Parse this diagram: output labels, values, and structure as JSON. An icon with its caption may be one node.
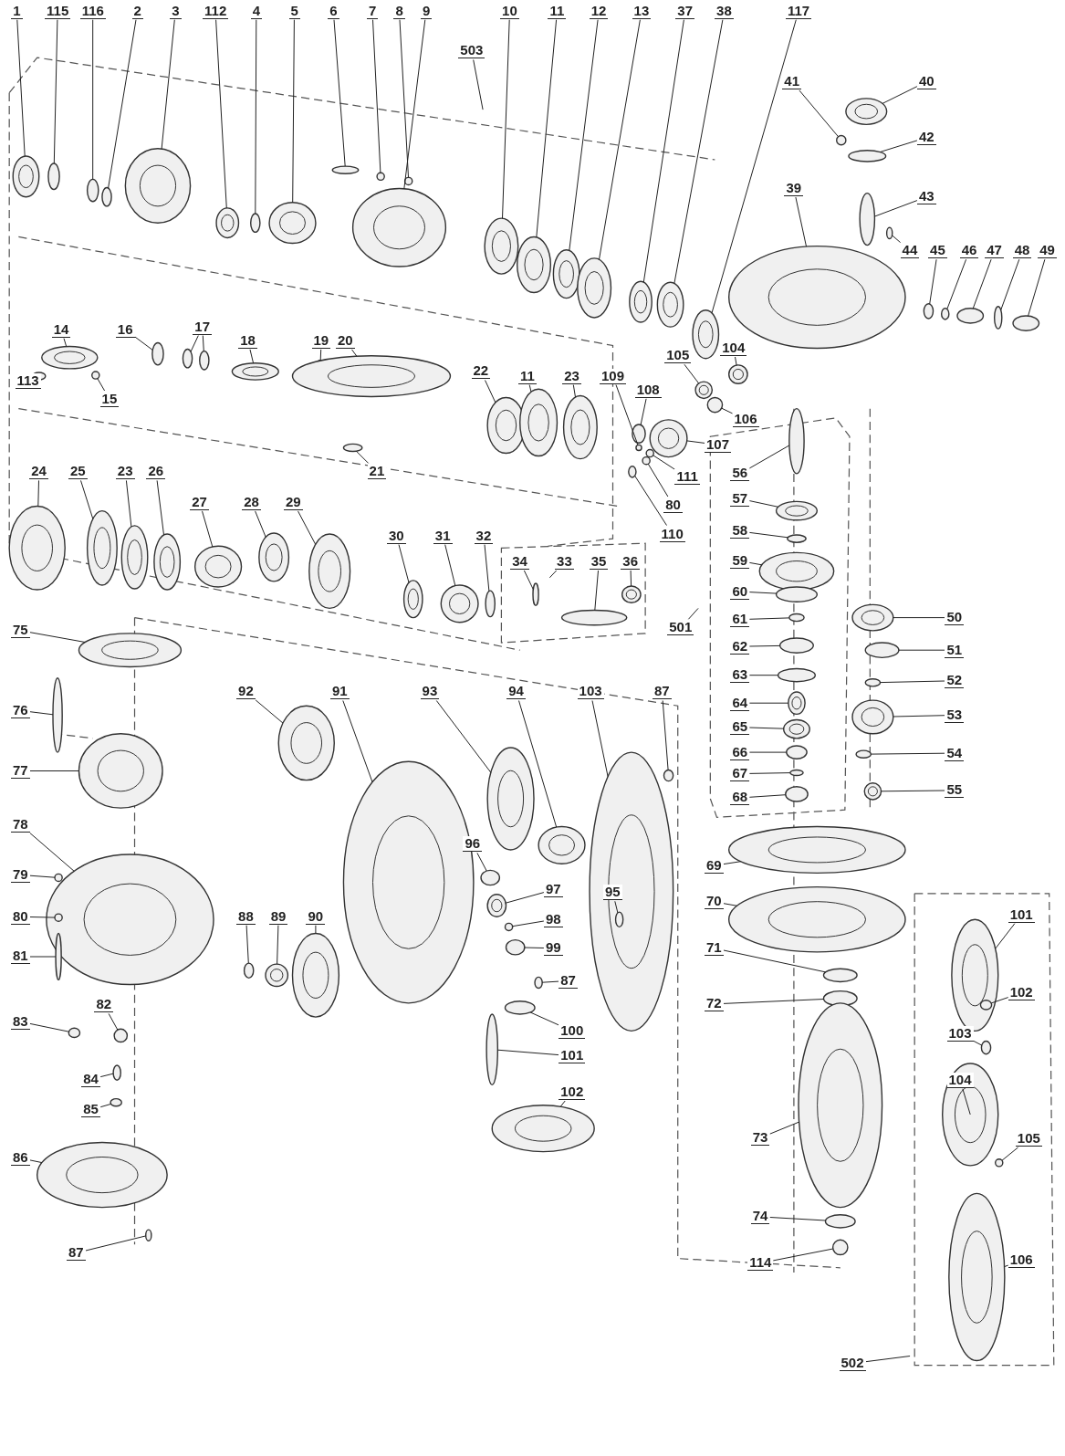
{
  "diagram": {
    "nodes": [
      {
        "text": [
          "1"
        ]
      },
      {
        "text": [
          "115"
        ]
      },
      {
        "text": [
          "116"
        ]
      },
      {
        "text": [
          "2"
        ]
      },
      {
        "text": [
          "3"
        ]
      },
      {
        "text": [
          "112"
        ]
      },
      {
        "text": [
          "4"
        ]
      },
      {
        "text": [
          "5"
        ]
      },
      {
        "text": [
          "6"
        ]
      },
      {
        "text": [
          "7"
        ]
      },
      {
        "text": [
          "8"
        ]
      },
      {
        "text": [
          "9"
        ]
      },
      {
        "text": [
          "10"
        ]
      },
      {
        "text": [
          "11"
        ]
      },
      {
        "text": [
          "12"
        ]
      },
      {
        "text": [
          "13"
        ]
      },
      {
        "text": [
          "37"
        ]
      },
      {
        "text": [
          "38"
        ]
      },
      {
        "text": [
          "117"
        ]
      },
      {
        "text": [
          "503"
        ]
      },
      {
        "text": [
          "41"
        ]
      },
      {
        "text": [
          "40"
        ]
      },
      {
        "text": [
          "42"
        ]
      },
      {
        "text": [
          "39"
        ]
      },
      {
        "text": [
          "43"
        ]
      },
      {
        "text": [
          "44"
        ]
      },
      {
        "text": [
          "45"
        ]
      },
      {
        "text": [
          "46"
        ]
      },
      {
        "text": [
          "47"
        ]
      },
      {
        "text": [
          "48"
        ]
      },
      {
        "text": [
          "49"
        ]
      },
      {
        "text": [
          "14"
        ]
      },
      {
        "text": [
          "113"
        ]
      },
      {
        "text": [
          "15"
        ]
      },
      {
        "text": [
          "16"
        ]
      },
      {
        "text": [
          "17"
        ]
      },
      {
        "text": [
          "18"
        ]
      },
      {
        "text": [
          "19"
        ]
      },
      {
        "text": [
          "20"
        ]
      },
      {
        "text": [
          "21"
        ]
      },
      {
        "text": [
          "22"
        ]
      },
      {
        "text": [
          "11"
        ]
      },
      {
        "text": [
          "23"
        ]
      },
      {
        "text": [
          "109"
        ]
      },
      {
        "text": [
          "105"
        ]
      },
      {
        "text": [
          "104"
        ]
      },
      {
        "text": [
          "108"
        ]
      },
      {
        "text": [
          "106"
        ]
      },
      {
        "text": [
          "107"
        ]
      },
      {
        "text": [
          "111"
        ]
      },
      {
        "text": [
          "80"
        ]
      },
      {
        "text": [
          "110"
        ]
      },
      {
        "text": [
          "56"
        ]
      },
      {
        "text": [
          "57"
        ]
      },
      {
        "text": [
          "58"
        ]
      },
      {
        "text": [
          "59"
        ]
      },
      {
        "text": [
          "60"
        ]
      },
      {
        "text": [
          "61"
        ]
      },
      {
        "text": [
          "62"
        ]
      },
      {
        "text": [
          "63"
        ]
      },
      {
        "text": [
          "64"
        ]
      },
      {
        "text": [
          "65"
        ]
      },
      {
        "text": [
          "66"
        ]
      },
      {
        "text": [
          "67"
        ]
      },
      {
        "text": [
          "68"
        ]
      },
      {
        "text": [
          "501"
        ]
      },
      {
        "text": [
          "50"
        ]
      },
      {
        "text": [
          "51"
        ]
      },
      {
        "text": [
          "52"
        ]
      },
      {
        "text": [
          "53"
        ]
      },
      {
        "text": [
          "54"
        ]
      },
      {
        "text": [
          "55"
        ]
      },
      {
        "text": [
          "24"
        ]
      },
      {
        "text": [
          "25"
        ]
      },
      {
        "text": [
          "23"
        ]
      },
      {
        "text": [
          "26"
        ]
      },
      {
        "text": [
          "27"
        ]
      },
      {
        "text": [
          "28"
        ]
      },
      {
        "text": [
          "29"
        ]
      },
      {
        "text": [
          "30"
        ]
      },
      {
        "text": [
          "31"
        ]
      },
      {
        "text": [
          "32"
        ]
      },
      {
        "text": [
          "34"
        ]
      },
      {
        "text": [
          "33"
        ]
      },
      {
        "text": [
          "35"
        ]
      },
      {
        "text": [
          "36"
        ]
      },
      {
        "text": [
          "75"
        ]
      },
      {
        "text": [
          "76"
        ]
      },
      {
        "text": [
          "77"
        ]
      },
      {
        "text": [
          "78"
        ]
      },
      {
        "text": [
          "79"
        ]
      },
      {
        "text": [
          "80"
        ]
      },
      {
        "text": [
          "81"
        ]
      },
      {
        "text": [
          "83"
        ]
      },
      {
        "text": [
          "82"
        ]
      },
      {
        "text": [
          "84"
        ]
      },
      {
        "text": [
          "85"
        ]
      },
      {
        "text": [
          "86"
        ]
      },
      {
        "text": [
          "87"
        ]
      },
      {
        "text": [
          "92"
        ]
      },
      {
        "text": [
          "91"
        ]
      },
      {
        "text": [
          "93"
        ]
      },
      {
        "text": [
          "94"
        ]
      },
      {
        "text": [
          "103"
        ]
      },
      {
        "text": [
          "87"
        ]
      },
      {
        "text": [
          "96"
        ]
      },
      {
        "text": [
          "97"
        ]
      },
      {
        "text": [
          "95"
        ]
      },
      {
        "text": [
          "98"
        ]
      },
      {
        "text": [
          "99"
        ]
      },
      {
        "text": [
          "87"
        ]
      },
      {
        "text": [
          "100"
        ]
      },
      {
        "text": [
          "101"
        ]
      },
      {
        "text": [
          "102"
        ]
      },
      {
        "text": [
          "88"
        ]
      },
      {
        "text": [
          "89"
        ]
      },
      {
        "text": [
          "90"
        ]
      },
      {
        "text": [
          "69"
        ]
      },
      {
        "text": [
          "70"
        ]
      },
      {
        "text": [
          "71"
        ]
      },
      {
        "text": [
          "72"
        ]
      },
      {
        "text": [
          "73"
        ]
      },
      {
        "text": [
          "74"
        ]
      },
      {
        "text": [
          "114"
        ]
      },
      {
        "text": [
          "101"
        ]
      },
      {
        "text": [
          "102"
        ]
      },
      {
        "text": [
          "103"
        ]
      },
      {
        "text": [
          "104"
        ]
      },
      {
        "text": [
          "105"
        ]
      },
      {
        "text": [
          "106"
        ]
      },
      {
        "text": [
          "502"
        ]
      }
    ],
    "edges": [
      {
        "from": 0,
        "to": null,
        "arrow": "none"
      },
      {
        "from": 1,
        "to": null,
        "arrow": "none"
      },
      {
        "from": 2,
        "to": null,
        "arrow": "none"
      },
      {
        "from": 3,
        "to": null,
        "arrow": "none"
      },
      {
        "from": 4,
        "to": null,
        "arrow": "none"
      },
      {
        "from": 5,
        "to": null,
        "arrow": "none"
      },
      {
        "from": 6,
        "to": null,
        "arrow": "none"
      },
      {
        "from": 7,
        "to": null,
        "arrow": "none"
      },
      {
        "from": 8,
        "to": null,
        "arrow": "none"
      },
      {
        "from": 9,
        "to": null,
        "arrow": "none"
      },
      {
        "from": 10,
        "to": null,
        "arrow": "none"
      },
      {
        "from": 11,
        "to": null,
        "arrow": "none"
      },
      {
        "from": 12,
        "to": null,
        "arrow": "none"
      },
      {
        "from": 13,
        "to": null,
        "arrow": "none"
      },
      {
        "from": 14,
        "to": null,
        "arrow": "none"
      },
      {
        "from": 15,
        "to": null,
        "arrow": "none"
      },
      {
        "from": 16,
        "to": null,
        "arrow": "none"
      },
      {
        "from": 17,
        "to": null,
        "arrow": "none"
      },
      {
        "from": 18,
        "to": null,
        "arrow": "none"
      },
      {
        "from": 19,
        "to": null,
        "arrow": "none"
      },
      {
        "from": 20,
        "to": null,
        "arrow": "none"
      },
      {
        "from": 21,
        "to": null,
        "arrow": "none"
      },
      {
        "from": 22,
        "to": null,
        "arrow": "none"
      },
      {
        "from": 23,
        "to": null,
        "arrow": "none"
      },
      {
        "from": 24,
        "to": null,
        "arrow": "none"
      },
      {
        "from": 25,
        "to": null,
        "arrow": "none"
      },
      {
        "from": 26,
        "to": null,
        "arrow": "none"
      },
      {
        "from": 27,
        "to": null,
        "arrow": "none"
      },
      {
        "from": 28,
        "to": null,
        "arrow": "none"
      },
      {
        "from": 29,
        "to": null,
        "arrow": "none"
      },
      {
        "from": 30,
        "to": null,
        "arrow": "none"
      },
      {
        "from": 31,
        "to": null,
        "arrow": "none"
      },
      {
        "from": 32,
        "to": null,
        "arrow": "none"
      },
      {
        "from": 33,
        "to": null,
        "arrow": "none"
      },
      {
        "from": 34,
        "to": null,
        "arrow": "none"
      },
      {
        "from": 35,
        "to": null,
        "arrow": "none"
      },
      {
        "from": 35,
        "to": null,
        "arrow": "none"
      },
      {
        "from": 36,
        "to": null,
        "arrow": "none"
      },
      {
        "from": 37,
        "to": null,
        "arrow": "none"
      },
      {
        "from": 38,
        "to": null,
        "arrow": "none"
      },
      {
        "from": 39,
        "to": null,
        "arrow": "none"
      },
      {
        "from": 40,
        "to": null,
        "arrow": "none"
      },
      {
        "from": 41,
        "to": null,
        "arrow": "none"
      },
      {
        "from": 42,
        "to": null,
        "arrow": "none"
      },
      {
        "from": 43,
        "to": null,
        "arrow": "none"
      },
      {
        "from": 44,
        "to": null,
        "arrow": "none"
      },
      {
        "from": 45,
        "to": null,
        "arrow": "none"
      },
      {
        "from": 46,
        "to": null,
        "arrow": "none"
      },
      {
        "from": 47,
        "to": null,
        "arrow": "none"
      },
      {
        "from": 48,
        "to": null,
        "arrow": "none"
      },
      {
        "from": 49,
        "to": null,
        "arrow": "none"
      },
      {
        "from": 50,
        "to": null,
        "arrow": "none"
      },
      {
        "from": 51,
        "to": null,
        "arrow": "none"
      },
      {
        "from": 52,
        "to": null,
        "arrow": "none"
      },
      {
        "from": 53,
        "to": null,
        "arrow": "none"
      },
      {
        "from": 54,
        "to": null,
        "arrow": "none"
      },
      {
        "from": 55,
        "to": null,
        "arrow": "none"
      },
      {
        "from": 56,
        "to": null,
        "arrow": "none"
      },
      {
        "from": 57,
        "to": null,
        "arrow": "none"
      },
      {
        "from": 58,
        "to": null,
        "arrow": "none"
      },
      {
        "from": 59,
        "to": null,
        "arrow": "none"
      },
      {
        "from": 60,
        "to": null,
        "arrow": "none"
      },
      {
        "from": 61,
        "to": null,
        "arrow": "none"
      },
      {
        "from": 62,
        "to": null,
        "arrow": "none"
      },
      {
        "from": 63,
        "to": null,
        "arrow": "none"
      },
      {
        "from": 64,
        "to": null,
        "arrow": "none"
      },
      {
        "from": 65,
        "to": null,
        "arrow": "none"
      },
      {
        "from": 66,
        "to": null,
        "arrow": "none"
      },
      {
        "from": 67,
        "to": null,
        "arrow": "none"
      },
      {
        "from": 68,
        "to": null,
        "arrow": "none"
      },
      {
        "from": 69,
        "to": null,
        "arrow": "none"
      },
      {
        "from": 70,
        "to": null,
        "arrow": "none"
      },
      {
        "from": 71,
        "to": null,
        "arrow": "none"
      },
      {
        "from": 72,
        "to": null,
        "arrow": "none"
      },
      {
        "from": 73,
        "to": null,
        "arrow": "none"
      },
      {
        "from": 74,
        "to": null,
        "arrow": "none"
      },
      {
        "from": 75,
        "to": null,
        "arrow": "none"
      },
      {
        "from": 76,
        "to": null,
        "arrow": "none"
      },
      {
        "from": 77,
        "to": null,
        "arrow": "none"
      },
      {
        "from": 78,
        "to": null,
        "arrow": "none"
      },
      {
        "from": 79,
        "to": null,
        "arrow": "none"
      },
      {
        "from": 80,
        "to": null,
        "arrow": "none"
      },
      {
        "from": 81,
        "to": null,
        "arrow": "none"
      },
      {
        "from": 82,
        "to": null,
        "arrow": "none"
      },
      {
        "from": 83,
        "to": null,
        "arrow": "none"
      },
      {
        "from": 84,
        "to": null,
        "arrow": "none"
      },
      {
        "from": 85,
        "to": null,
        "arrow": "none"
      },
      {
        "from": 86,
        "to": null,
        "arrow": "none"
      },
      {
        "from": 87,
        "to": null,
        "arrow": "none"
      },
      {
        "from": 88,
        "to": null,
        "arrow": "none"
      },
      {
        "from": 89,
        "to": null,
        "arrow": "none"
      },
      {
        "from": 90,
        "to": null,
        "arrow": "none"
      },
      {
        "from": 91,
        "to": null,
        "arrow": "none"
      },
      {
        "from": 92,
        "to": null,
        "arrow": "none"
      },
      {
        "from": 93,
        "to": null,
        "arrow": "none"
      },
      {
        "from": 94,
        "to": null,
        "arrow": "none"
      },
      {
        "from": 95,
        "to": null,
        "arrow": "none"
      },
      {
        "from": 96,
        "to": null,
        "arrow": "none"
      },
      {
        "from": 97,
        "to": null,
        "arrow": "none"
      },
      {
        "from": 98,
        "to": null,
        "arrow": "none"
      },
      {
        "from": 99,
        "to": null,
        "arrow": "none"
      },
      {
        "from": 100,
        "to": null,
        "arrow": "none"
      },
      {
        "from": 101,
        "to": null,
        "arrow": "none"
      },
      {
        "from": 102,
        "to": null,
        "arrow": "none"
      },
      {
        "from": 103,
        "to": null,
        "arrow": "none"
      },
      {
        "from": 104,
        "to": null,
        "arrow": "none"
      },
      {
        "from": 105,
        "to": null,
        "arrow": "none"
      },
      {
        "from": 106,
        "to": null,
        "arrow": "none"
      },
      {
        "from": 107,
        "to": null,
        "arrow": "none"
      },
      {
        "from": 108,
        "to": null,
        "arrow": "none"
      },
      {
        "from": 109,
        "to": null,
        "arrow": "none"
      },
      {
        "from": 110,
        "to": null,
        "arrow": "none"
      },
      {
        "from": 111,
        "to": null,
        "arrow": "none"
      },
      {
        "from": 112,
        "to": null,
        "arrow": "none"
      },
      {
        "from": 113,
        "to": null,
        "arrow": "none"
      },
      {
        "from": 114,
        "to": null,
        "arrow": "none"
      },
      {
        "from": 115,
        "to": null,
        "arrow": "none"
      },
      {
        "from": 116,
        "to": null,
        "arrow": "none"
      },
      {
        "from": 117,
        "to": null,
        "arrow": "none"
      },
      {
        "from": 118,
        "to": null,
        "arrow": "none"
      },
      {
        "from": 119,
        "to": null,
        "arrow": "none"
      },
      {
        "from": 120,
        "to": null,
        "arrow": "none"
      },
      {
        "from": 121,
        "to": null,
        "arrow": "none"
      },
      {
        "from": 122,
        "to": null,
        "arrow": "none"
      },
      {
        "from": 123,
        "to": null,
        "arrow": "none"
      },
      {
        "from": 124,
        "to": null,
        "arrow": "none"
      },
      {
        "from": 125,
        "to": null,
        "arrow": "none"
      },
      {
        "from": 126,
        "to": null,
        "arrow": "none"
      },
      {
        "from": 127,
        "to": null,
        "arrow": "none"
      },
      {
        "from": 128,
        "to": null,
        "arrow": "none"
      },
      {
        "from": 129,
        "to": null,
        "arrow": "none"
      },
      {
        "from": 130,
        "to": null,
        "arrow": "none"
      }
    ]
  }
}
